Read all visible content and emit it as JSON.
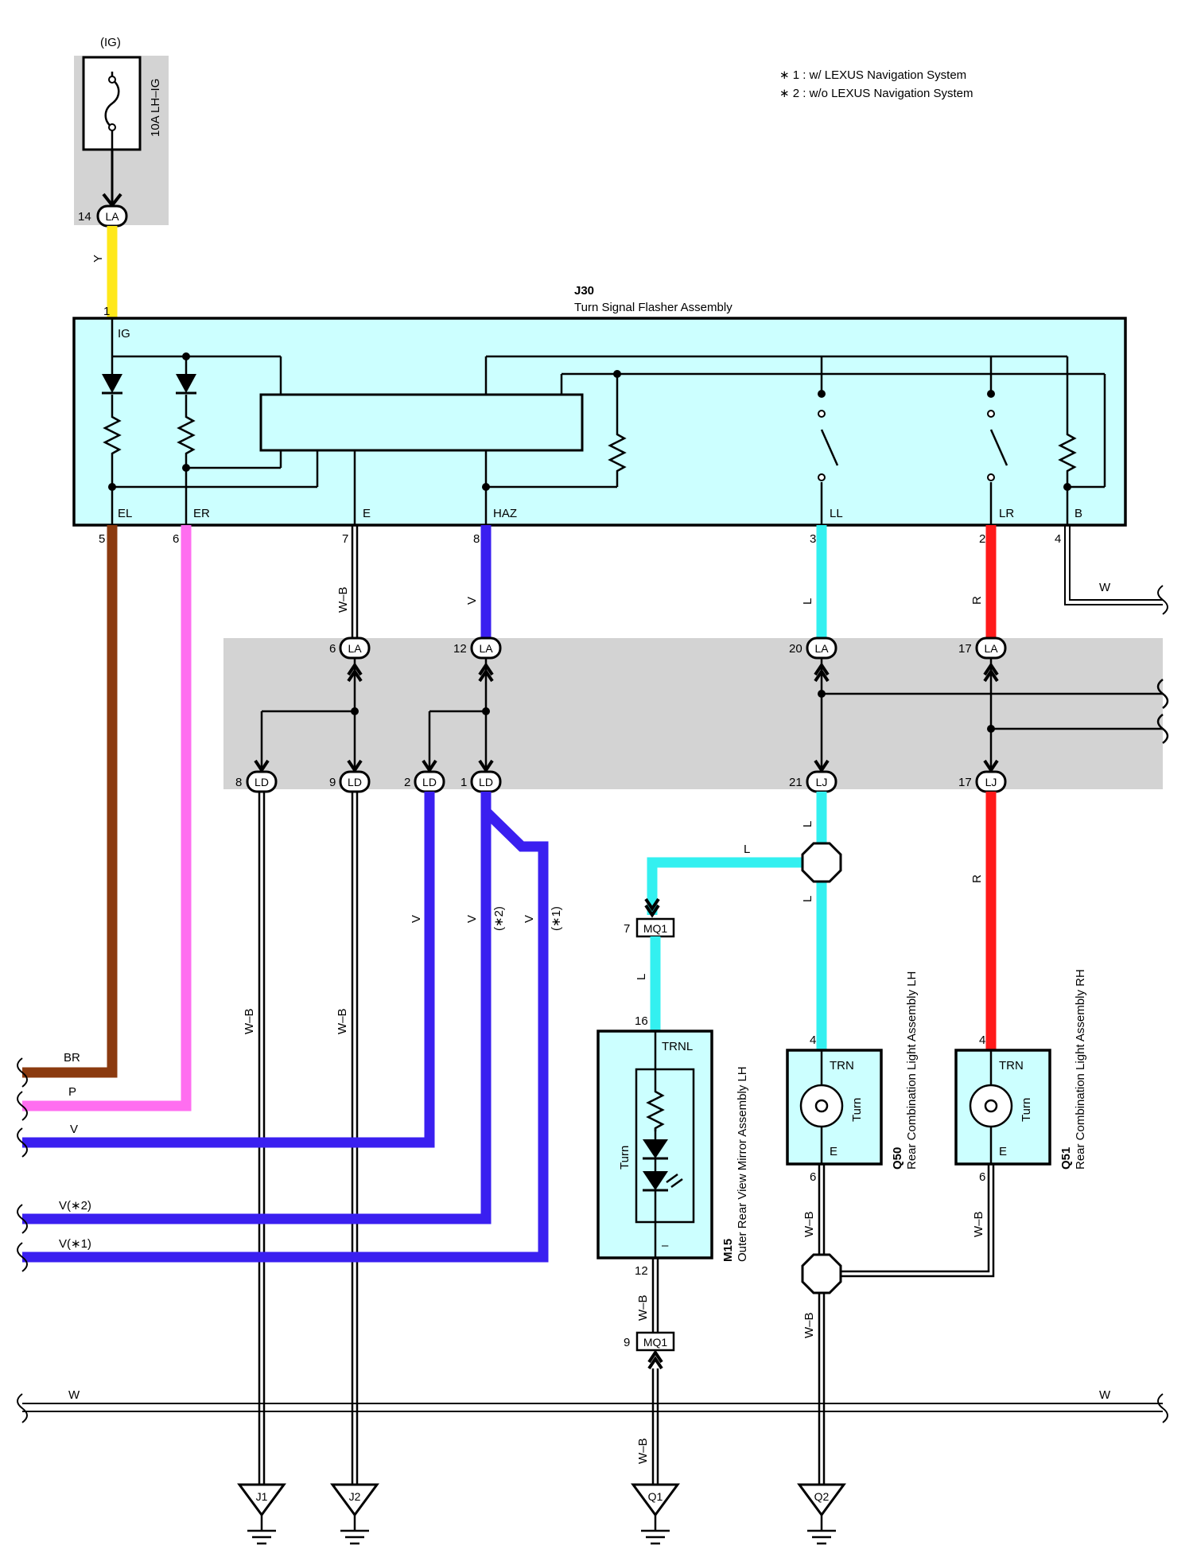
{
  "notes": {
    "note1": "∗ 1 : w/ LEXUS Navigation System",
    "note2": "∗ 2 : w/o LEXUS Navigation System"
  },
  "fuse": {
    "power": "(IG)",
    "name": "10A LH–IG",
    "connector_pin": "14",
    "connector": "LA",
    "wire_color": "Y"
  },
  "flasher": {
    "id": "J30",
    "name": "Turn Signal Flasher Assembly",
    "terminals": [
      {
        "label": "IG",
        "pin": "1"
      },
      {
        "label": "EL",
        "pin": "5"
      },
      {
        "label": "ER",
        "pin": "6"
      },
      {
        "label": "E",
        "pin": "7"
      },
      {
        "label": "HAZ",
        "pin": "8"
      },
      {
        "label": "LL",
        "pin": "3"
      },
      {
        "label": "LR",
        "pin": "2"
      },
      {
        "label": "B",
        "pin": "4"
      }
    ]
  },
  "wire_labels": {
    "e_wire": "W–B",
    "haz_wire": "V",
    "ll_wire": "L",
    "lr_wire": "R",
    "b_wire": "W"
  },
  "junction_connectors": [
    {
      "pin": "6",
      "name": "LA"
    },
    {
      "pin": "12",
      "name": "LA"
    },
    {
      "pin": "20",
      "name": "LA"
    },
    {
      "pin": "17",
      "name": "LA"
    },
    {
      "pin": "8",
      "name": "LD"
    },
    {
      "pin": "9",
      "name": "LD"
    },
    {
      "pin": "2",
      "name": "LD"
    },
    {
      "pin": "1",
      "name": "LD"
    },
    {
      "pin": "21",
      "name": "LJ"
    },
    {
      "pin": "17",
      "name": "LJ"
    }
  ],
  "lower_wire_labels": {
    "ld8": "W–B",
    "ld9": "W–B",
    "ld2": "V",
    "ld1a": "V",
    "ld1a_note": "(∗2)",
    "ld1b": "V",
    "ld1b_note": "(∗1)",
    "lj21_top": "L",
    "lj21_branch": "L",
    "lj21_bottom": "L",
    "lj17": "R"
  },
  "left_leads": [
    {
      "color_label": "BR",
      "hex": "#8B3A0F"
    },
    {
      "color_label": "P",
      "hex": "#FF6EF0"
    },
    {
      "color_label": "V",
      "hex": "#3A1FF0"
    },
    {
      "color_label": "V(∗2)",
      "hex": "#3A1FF0"
    },
    {
      "color_label": "V(∗1)",
      "hex": "#3A1FF0"
    }
  ],
  "mirror": {
    "id": "M15",
    "name": "Outer Rear View Mirror Assembly LH",
    "in_connector_pin": "7",
    "in_connector": "MQ1",
    "in_wire": "L",
    "pin_in": "16",
    "terminal_in": "TRNL",
    "inner_label": "Turn",
    "terminal_out": "–",
    "pin_out": "12",
    "out_wire": "W–B",
    "out_connector_pin": "9",
    "out_connector": "MQ1",
    "ground_wire": "W–B"
  },
  "lamp_lh": {
    "id": "Q50",
    "name": "Rear Combination Light Assembly LH",
    "pin_in": "4",
    "terminal_in": "TRN",
    "inner_label": "Turn",
    "terminal_out": "E",
    "pin_out": "6",
    "out_wire": "W–B",
    "ground_wire": "W–B"
  },
  "lamp_rh": {
    "id": "Q51",
    "name": "Rear Combination Light Assembly RH",
    "pin_in": "4",
    "terminal_in": "TRN",
    "inner_label": "Turn",
    "terminal_out": "E",
    "pin_out": "6",
    "out_wire": "W–B"
  },
  "bottom_bus": {
    "left_label": "W",
    "right_label": "W"
  },
  "grounds": [
    "J1",
    "J2",
    "Q1",
    "Q2"
  ],
  "colors": {
    "yellow": "#FFE81A",
    "brown": "#8B3A0F",
    "pink": "#FF6EF0",
    "violet": "#3A1FF0",
    "light_blue": "#33F0F0",
    "red": "#FF1A1A",
    "component_fill": "#CCFFFF",
    "shade": "#D3D3D3"
  }
}
